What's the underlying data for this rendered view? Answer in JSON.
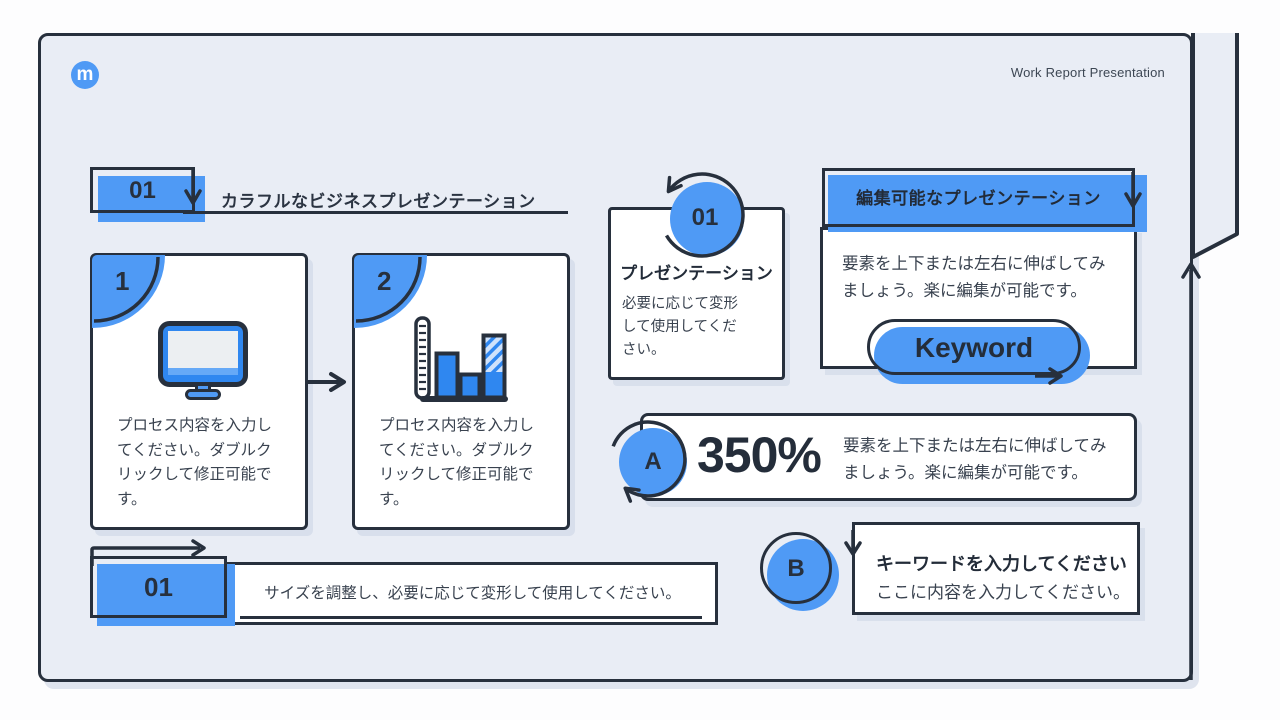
{
  "page": {
    "caption": "Work Report Presentation"
  },
  "logo": {
    "letter": "m"
  },
  "section": {
    "number": "01",
    "title": "カラフルなビジネスプレゼンテーション"
  },
  "process": {
    "steps": [
      {
        "number": "1",
        "icon": "monitor-icon",
        "text": "プロセス内容を入力してください。ダブルクリックして修正可能です。"
      },
      {
        "number": "2",
        "icon": "bar-chart-icon",
        "text": "プロセス内容を入力してください。ダブルクリックして修正可能です。"
      }
    ]
  },
  "step_card": {
    "badge": "01",
    "title": "プレゼンテーション",
    "body": "必要に応じて変形して使用してください。"
  },
  "edit_card": {
    "header": "編集可能なプレゼンテーション",
    "body": "要素を上下または左右に伸ばしてみましょう。楽に編集が可能です。",
    "keyword_label": "Keyword"
  },
  "stat": {
    "badge": "A",
    "value": "350%",
    "body": "要素を上下または左右に伸ばしてみましょう。楽に編集が可能です。"
  },
  "keyword_note": {
    "badge": "B",
    "title": "キーワードを入力してください",
    "body": "ここに内容を入力してください。"
  },
  "footer_note": {
    "number": "01",
    "text": "サイズを調整し、必要に応じて変形して使用してください。"
  },
  "colors": {
    "accent_blue": "#4f9af5",
    "deep_blue": "#2f87f0",
    "ink": "#27303d",
    "slide_bg": "#e9edf5"
  }
}
